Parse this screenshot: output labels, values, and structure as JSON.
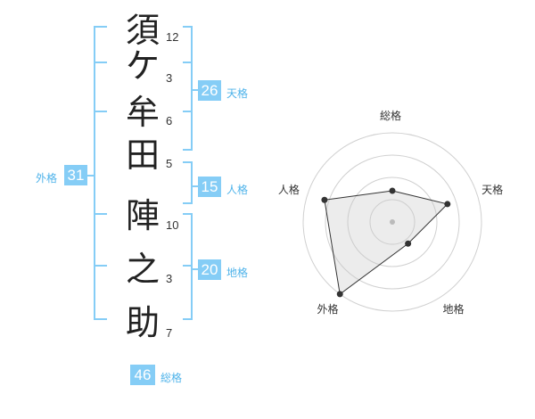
{
  "colors": {
    "accent": "#85cdf6",
    "badge_bg": "#85cdf6",
    "label_text": "#4fb3ea",
    "radar_fill": "#eeeeee",
    "radar_line": "#333333"
  },
  "name": {
    "characters": [
      {
        "char": "須",
        "strokes": "12"
      },
      {
        "char": "ケ",
        "strokes": "3"
      },
      {
        "char": "牟",
        "strokes": "6"
      },
      {
        "char": "田",
        "strokes": "5"
      },
      {
        "char": "陣",
        "strokes": "10"
      },
      {
        "char": "之",
        "strokes": "3"
      },
      {
        "char": "助",
        "strokes": "7"
      }
    ]
  },
  "kakusu": {
    "tenkaku": {
      "value": "26",
      "label": "天格"
    },
    "jinkaku": {
      "value": "15",
      "label": "人格"
    },
    "chikaku": {
      "value": "20",
      "label": "地格"
    },
    "gaikaku": {
      "value": "31",
      "label": "外格"
    },
    "soukaku": {
      "value": "46",
      "label": "総格"
    }
  },
  "chart_data": {
    "type": "radar",
    "axes": [
      "総格",
      "天格",
      "地格",
      "外格",
      "人格"
    ],
    "values": [
      0.35,
      0.65,
      0.3,
      1.0,
      0.8
    ],
    "rings": 4,
    "grid": true
  }
}
